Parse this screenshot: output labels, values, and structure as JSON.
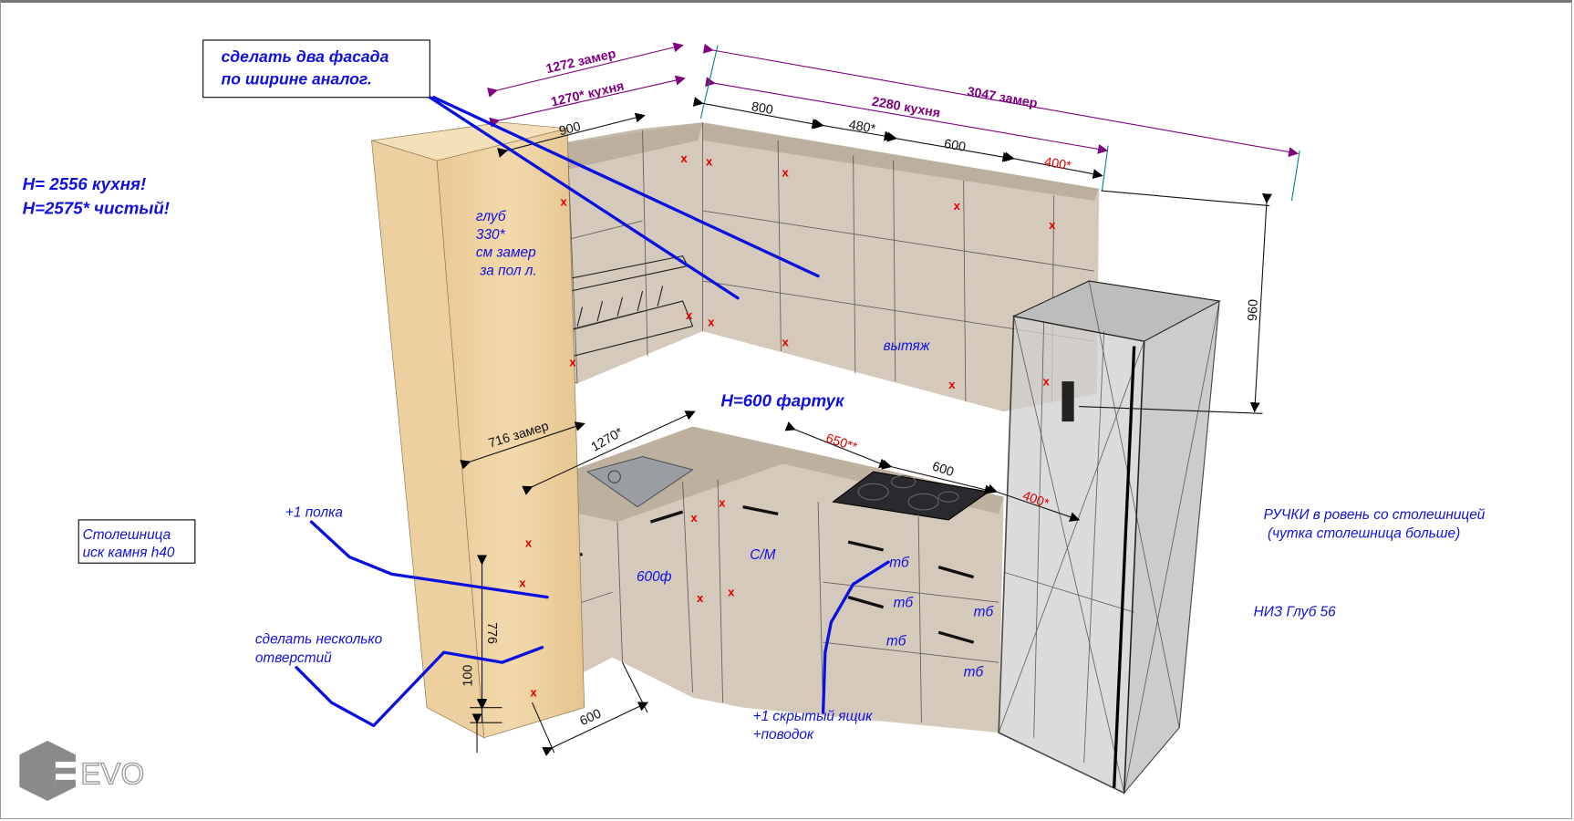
{
  "callout_box": {
    "line1": "сделать два фасада",
    "line2": "по ширине аналог."
  },
  "height_note": {
    "line1": "H= 2556 кухня!",
    "line2": "H=2575* чистый!"
  },
  "top_dims": {
    "measured_left": "1272 замер",
    "kitchen_left": "1270* кухня",
    "d900": "900",
    "d800": "800",
    "d480": "480*",
    "d600": "600",
    "d400": "400*",
    "kitchen_right": "2280 кухня",
    "measured_right": "3047 замер",
    "d960": "960"
  },
  "depth_note": {
    "line1": "глуб",
    "line2": "330*",
    "line3": "см замер",
    "line4": "за пол л."
  },
  "hood_label": "вытяж",
  "apron_note": "H=600 фартук",
  "lower_dims": {
    "measured_716": "716 замер",
    "d1270": "1270*",
    "d650": "650**",
    "d600_hob": "600",
    "d400_low": "400*",
    "d776": "776",
    "d100": "100",
    "d600_depth": "600"
  },
  "countertop_box": {
    "line1": "Столешница",
    "line2": "иск камня h40"
  },
  "shelf_note": "+1 полка",
  "holes_note": {
    "line1": "сделать несколько",
    "line2": "отверстий"
  },
  "cabinet_600f": "600ф",
  "dishwasher": "С/М",
  "drawer_labels": [
    "тб",
    "тб",
    "тб",
    "тб",
    "тб"
  ],
  "hidden_drawer_note": {
    "line1": "+1 скрытый ящик",
    "line2": "+поводок"
  },
  "handles_note": {
    "line1": "РУЧКИ в ровень со столешницей",
    "line2": "(чутка столешница больше)"
  },
  "bottom_depth_note": "НИЗ Глуб 56",
  "logo": "EVO",
  "colors": {
    "note_blue": "#1010e0",
    "dimension_purple": "#800080",
    "mark_red": "#e00000",
    "wood": "#edd0a0",
    "cabinet": "#cdbfae",
    "fridge": "#c4c4c4"
  }
}
